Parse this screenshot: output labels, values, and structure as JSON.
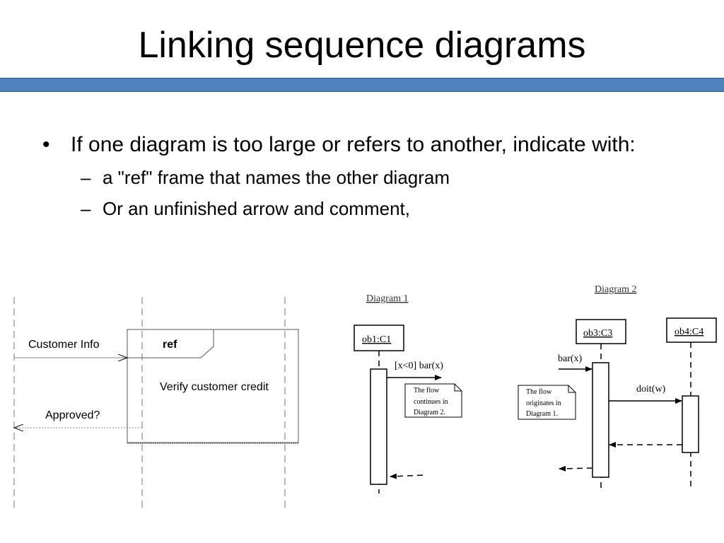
{
  "slide": {
    "title": "Linking sequence diagrams",
    "bullets": [
      {
        "text": "If one diagram is too large or refers to another, indicate with:",
        "sub": [
          "a \"ref\" frame that names the other diagram",
          "Or an unfinished arrow and comment,"
        ]
      }
    ]
  },
  "diagrams": {
    "left": {
      "message_in": "Customer Info",
      "ref_tag": "ref",
      "ref_body": "Verify customer credit",
      "message_return": "Approved?"
    },
    "diagram1": {
      "title": "Diagram 1",
      "object": "ob1:C1",
      "message": "[x<0] bar(x)",
      "note_lines": [
        "The flow",
        "continues in",
        "Diagram 2."
      ]
    },
    "diagram2": {
      "title": "Diagram 2",
      "object_a": "ob3:C3",
      "object_b": "ob4:C4",
      "message_in": "bar(x)",
      "message_call": "doit(w)",
      "note_lines": [
        "The flow",
        "originates in",
        "Diagram 1."
      ]
    }
  },
  "colors": {
    "title_bar": "#4f81bd"
  }
}
